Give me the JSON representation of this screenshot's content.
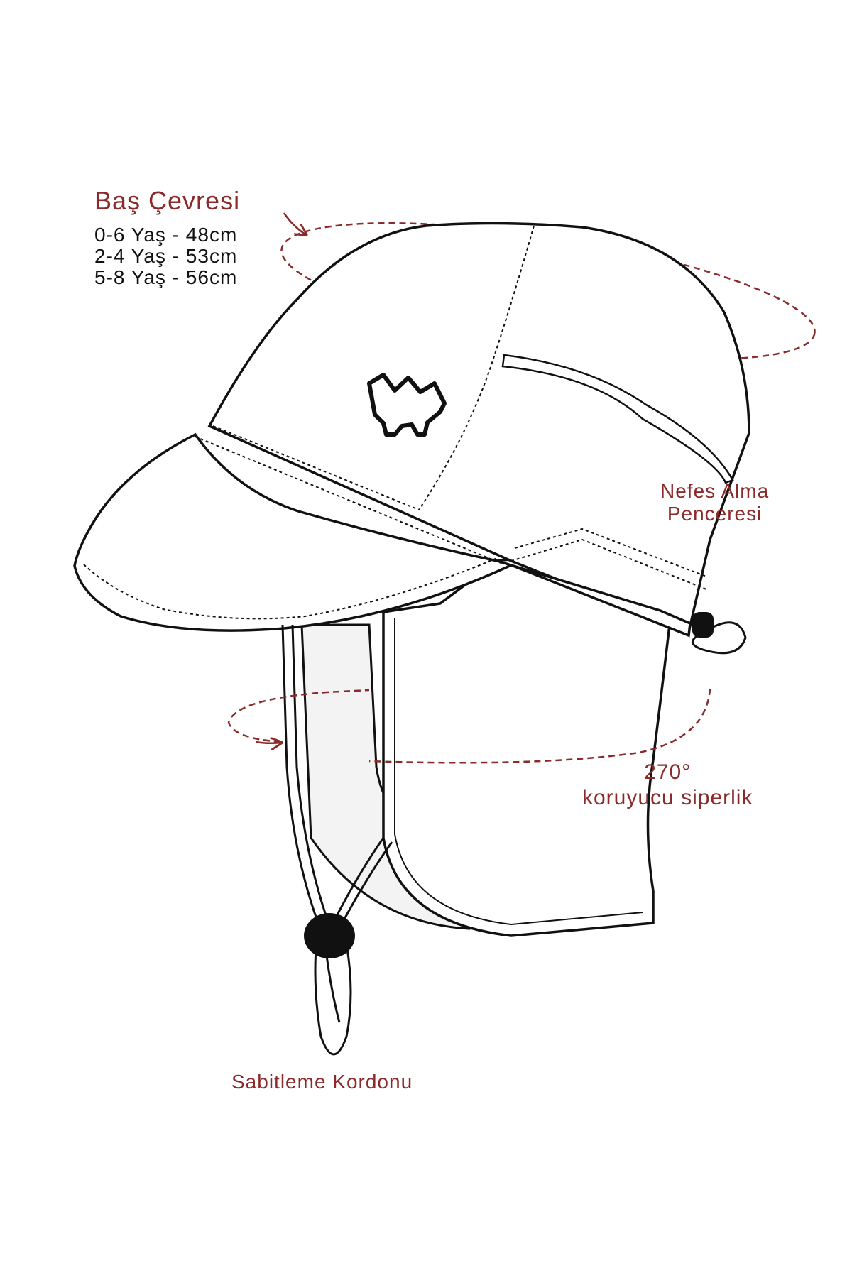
{
  "head_circumference": {
    "title": "Baş Çevresi",
    "sizes": [
      "0-6 Yaş - 48cm",
      "2-4 Yaş - 53cm",
      "5-8 Yaş - 56cm"
    ]
  },
  "vent_label": {
    "line1": "Nefes Alma",
    "line2": "Penceresi"
  },
  "visor_label": {
    "line1": "270°",
    "line2": "koruyucu siperlik"
  },
  "cord_label": "Sabitleme Kordonu",
  "colors": {
    "accent": "#8b2a2a",
    "outline": "#111111",
    "flap_shade": "#f3f3f3"
  }
}
